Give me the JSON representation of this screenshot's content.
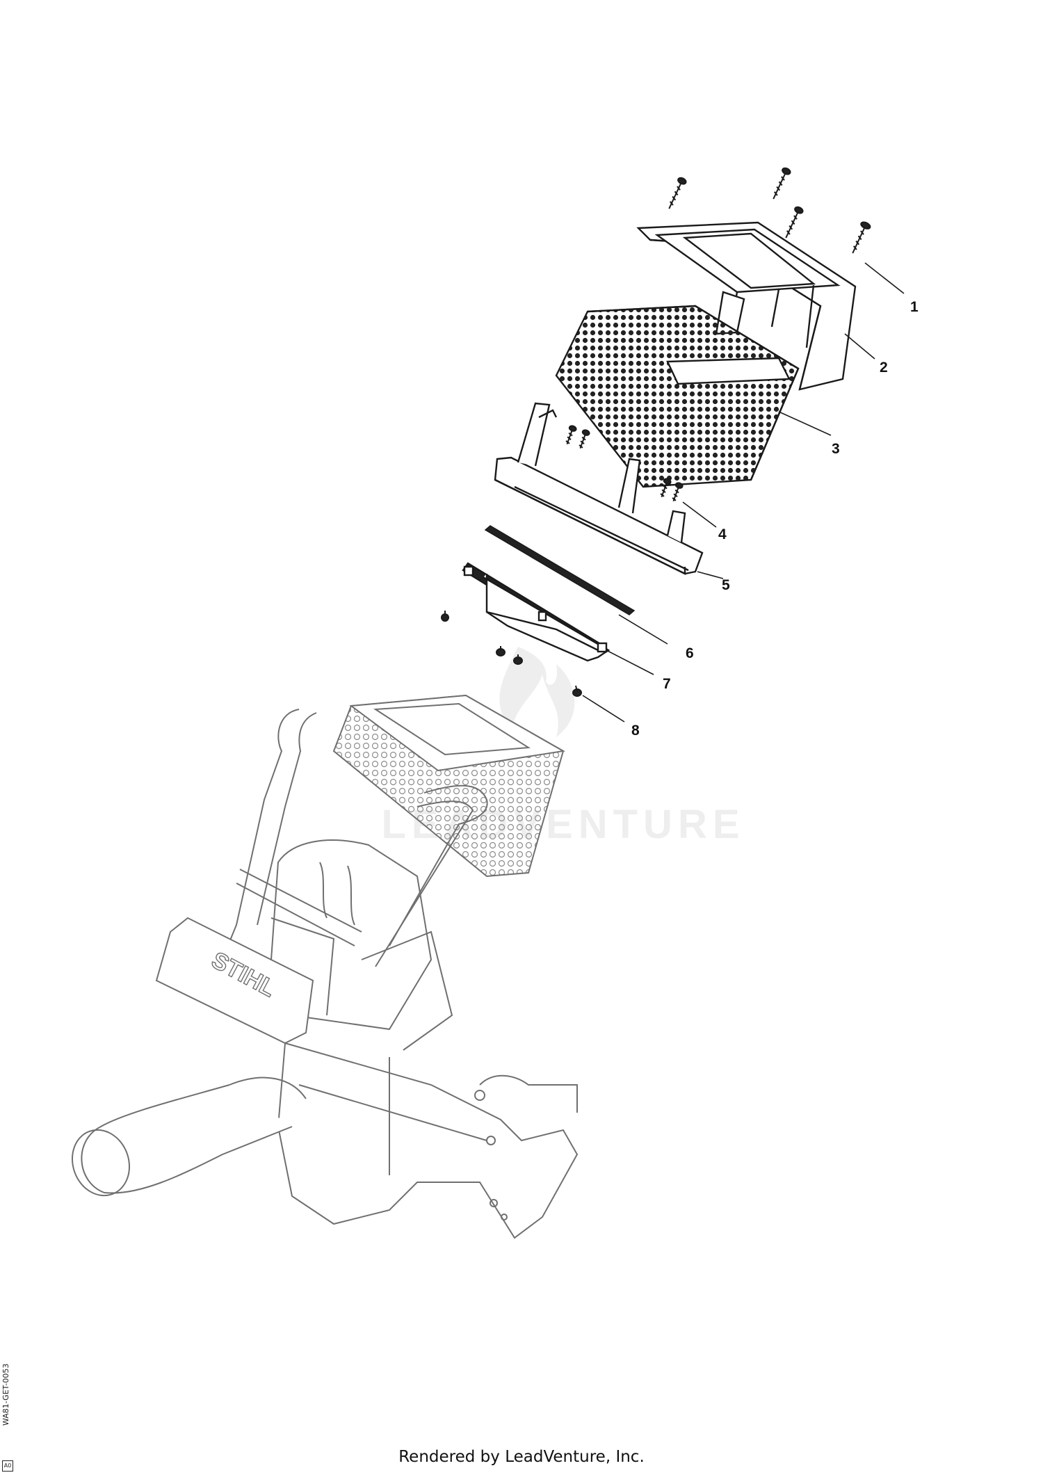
{
  "diagram": {
    "callouts": [
      "1",
      "2",
      "3",
      "4",
      "5",
      "6",
      "7",
      "8"
    ],
    "watermark_text": "LEADVENTURE",
    "brand_emboss": "STIHL"
  },
  "footer": {
    "rendered_by": "Rendered by LeadVenture, Inc.",
    "figure_code": "WA81-GET-0053",
    "revision": "A0"
  },
  "colors": {
    "line": "#1a1a1a",
    "light_line": "#6f6f6f",
    "watermark": "#ececec",
    "background": "#ffffff"
  }
}
